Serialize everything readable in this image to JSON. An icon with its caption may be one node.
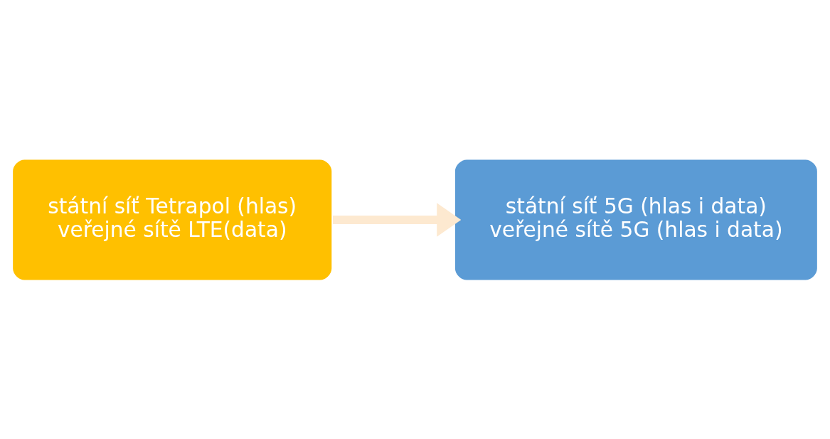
{
  "diagram": {
    "nodes": [
      {
        "text": [
          "státní síť Tetrapol (hlas)",
          "veřejné sítě LTE(data)"
        ]
      },
      {
        "text": [
          "státní síť 5G (hlas i data)",
          "veřejné sítě 5G (hlas i data)"
        ]
      }
    ],
    "edges": [
      {
        "from": 0,
        "to": 1,
        "arrow": "to",
        "color": "#fde9d0"
      }
    ]
  }
}
